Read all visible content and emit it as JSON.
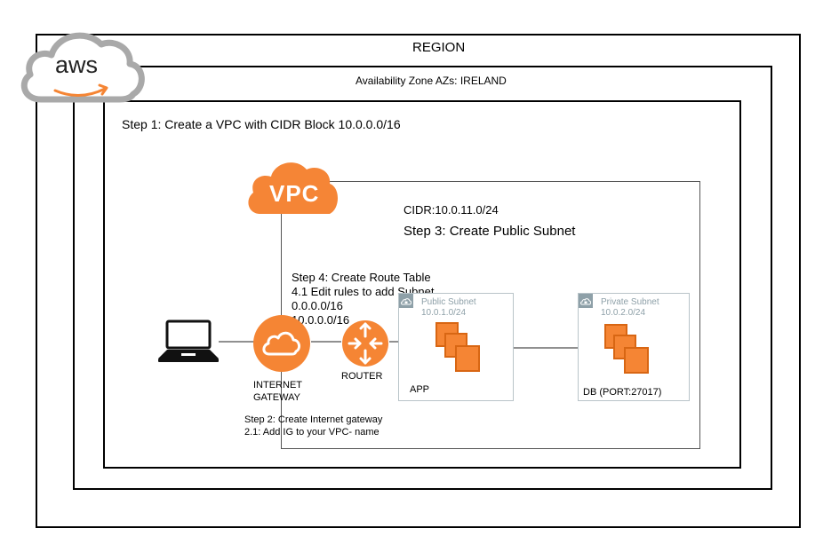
{
  "region": {
    "label": "REGION"
  },
  "az": {
    "label": "Availability Zone AZs: IRELAND"
  },
  "step1": {
    "label": "Step 1: Create a VPC with CIDR Block 10.0.0.0/16"
  },
  "aws_logo": {
    "text": "aws"
  },
  "vpc": {
    "icon_text": "VPC",
    "cidr": "CIDR:10.0.11.0/24",
    "step3": "Step 3: Create Public Subnet"
  },
  "route_table": {
    "lines": [
      "Step 4: Create Route Table",
      "4.1 Edit rules to add Subnet",
      "0.0.0.0/16",
      "10.0.0.0/16"
    ]
  },
  "internet_gateway": {
    "label_line1": "INTERNET",
    "label_line2": "GATEWAY"
  },
  "router": {
    "label": "ROUTER"
  },
  "step2": {
    "line1": "Step 2: Create Internet gateway",
    "line2": "2.1: Add IG to your VPC- name"
  },
  "public_subnet": {
    "title": "Public Subnet",
    "cidr": "10.0.1.0/24",
    "app_label": "APP"
  },
  "private_subnet": {
    "title": "Private Subnet",
    "cidr": "10.0.2.0/24",
    "db_label": "DB (PORT:27017)"
  },
  "colors": {
    "aws_orange": "#f58534",
    "aws_orange_dark": "#d86613",
    "vpc_orange": "#f58536",
    "subnet_border": "#b9c4c9",
    "subnet_text": "#8ea0a8"
  }
}
